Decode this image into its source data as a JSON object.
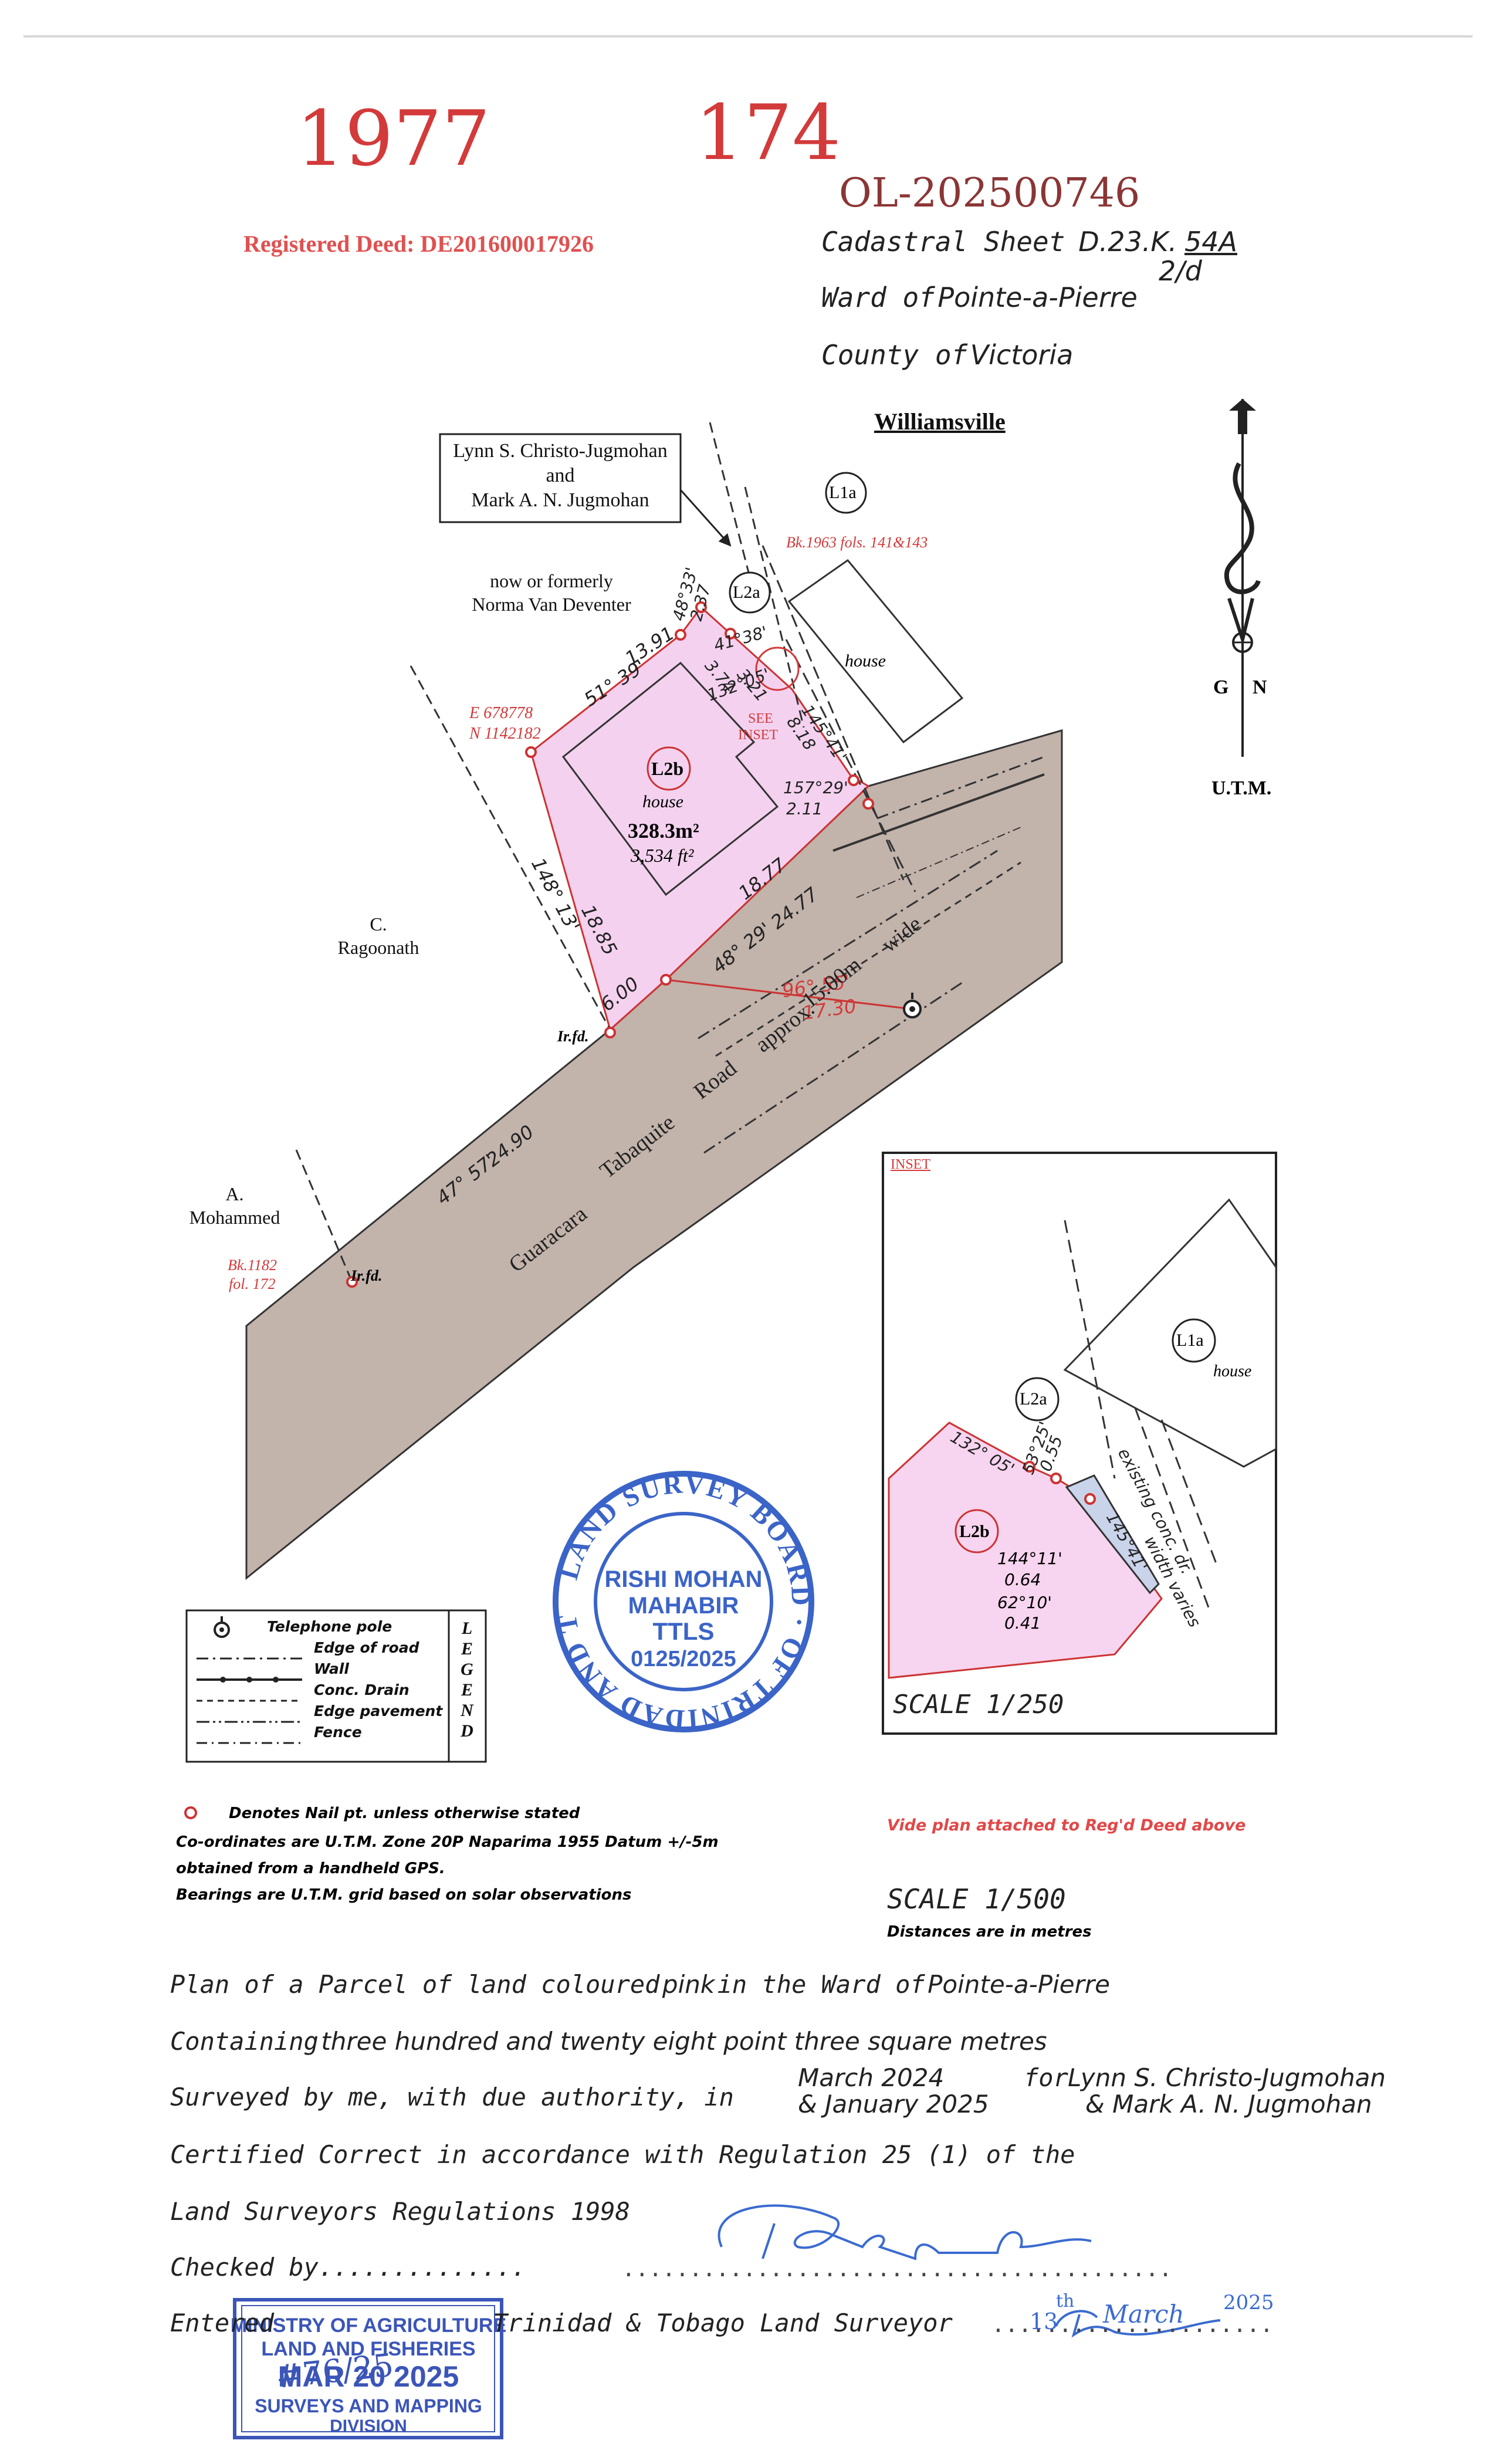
{
  "header": {
    "handwritten_volume": "1977",
    "handwritten_folio": "174",
    "handwritten_ref": "OL-202500746",
    "registered_deed": "Registered Deed: DE201600017926",
    "cadastral_prefix": "Cadastral Sheet",
    "cadastral_sheet": "D.23.K.",
    "cadastral_num": "54A",
    "cadastral_den": "2/d",
    "ward_prefix": "Ward of",
    "ward": "Pointe-a-Pierre",
    "county_prefix": "County of",
    "county": "Victoria",
    "locality": "Williamsville"
  },
  "north_arrow": {
    "g": "G",
    "n": "N",
    "grid": "U.T.M."
  },
  "owners": {
    "callout": [
      "Lynn S. Christo-Jugmohan",
      "and",
      "Mark A. N. Jugmohan"
    ],
    "north_line1": "now or formerly",
    "north_line2": "Norma Van Deventer",
    "west_line1": "C.",
    "west_line2": "Ragoonath",
    "sw_line1": "A.",
    "sw_line2": "Mohammed"
  },
  "parcels": {
    "l1a": "L1a",
    "l2a": "L2a",
    "l2b": "L2b",
    "house": "house"
  },
  "area": {
    "metric": "328.3m²",
    "imperial": "3,534 ft²"
  },
  "red_refs": {
    "bk1963": "Bk.1963 fols. 141&143",
    "coord_e": "E 678778",
    "coord_n": "N 1142182",
    "bk1182_1": "Bk.1182",
    "bk1182_2": "fol. 172",
    "see": "SEE",
    "inset": "INSET"
  },
  "road": {
    "name_words": [
      "Guaracara",
      "Tabaquite",
      "Road",
      "approx.",
      "15.00m",
      "wide"
    ],
    "iron_fd": "Ir.fd."
  },
  "dims": {
    "north_1": "51° 39'",
    "north_2": "13.91",
    "ne_a1": "48°33'",
    "ne_a2": "2.37",
    "ne_b1": "41°38'",
    "ne_b2": "3.74",
    "ne_c1": "132°05'",
    "ne_c2": "3.21",
    "ne_d1": "145°41'",
    "ne_d2": "8.18",
    "ne_e1": "157°29'",
    "ne_e2": "2.11",
    "west_1": "148° 13'",
    "west_2": "18.85",
    "south_1": "18.77",
    "south_2": "48° 29'",
    "south_3": "24.77",
    "short_sw": "6.00",
    "red_1": "96° 55'",
    "red_2": "17.30",
    "road_1": "47° 57'",
    "road_2": "24.90"
  },
  "inset": {
    "title": "INSET",
    "scale": "SCALE  1/250",
    "d1": "132° 05'",
    "d2a": "53°25'",
    "d2b": "0.55",
    "d3a": "144°11'",
    "d3b": "0.64",
    "d4a": "62°10'",
    "d4b": "0.41",
    "d5": "145°41'",
    "drive": "existing conc. dr.",
    "width": "width varies"
  },
  "legend": {
    "title": "LEGEND",
    "items": [
      "Telephone pole",
      "Edge of road",
      "Wall",
      "Conc. Drain",
      "Edge pavement",
      "Fence"
    ]
  },
  "stamp": {
    "ring": "LAND SURVEY BOARD OF TRINIDAD AND TOBAGO",
    "name1": "RISHI MOHAN",
    "name2": "MAHABIR",
    "title": "TTLS",
    "reg": "0125/2025"
  },
  "notes": {
    "nail": "Denotes Nail pt. unless otherwise stated",
    "coords1": "Co-ordinates are U.T.M. Zone 20P Naparima 1955 Datum +/-5m",
    "coords2": "obtained from a handheld GPS.",
    "bearings": "Bearings are U.T.M. grid based on solar observations",
    "vide": "Vide plan attached to Reg'd Deed above",
    "scale": "SCALE  1/500",
    "distances": "Distances are in metres"
  },
  "certificate": {
    "line1_prefix": "Plan of a Parcel  of land coloured",
    "line1_pink": "pink",
    "line1_mid": "in the Ward  of",
    "line1_ward": "Pointe-a-Pierre",
    "line2_prefix": "Containing",
    "line2_area": "three hundred and twenty eight point three square metres",
    "line3_prefix": "Surveyed by me, with due authority, in",
    "date1": "March 2024",
    "date2": "& January 2025",
    "for": "for",
    "client1": "Lynn S. Christo-Jugmohan",
    "client2": "& Mark A. N. Jugmohan",
    "line4": "Certified Correct in accordance with Regulation 25 (1) of the",
    "line5": "Land Surveyors Regulations 1998",
    "checked": "Checked by..............",
    "entered": "Entered",
    "surveyor": "Trinidad & Tobago Land Surveyor",
    "date_day": "13",
    "date_sup": "th",
    "date_month": "March",
    "date_year": "2025"
  },
  "ministry_stamp": {
    "line1": "MINISTRY OF AGRICULTURE",
    "line2": "LAND AND FISHERIES",
    "date": "MAR 20 2025",
    "line4": "SURVEYS AND MAPPING",
    "line5": "DIVISION",
    "handwritten": "#76/25"
  }
}
